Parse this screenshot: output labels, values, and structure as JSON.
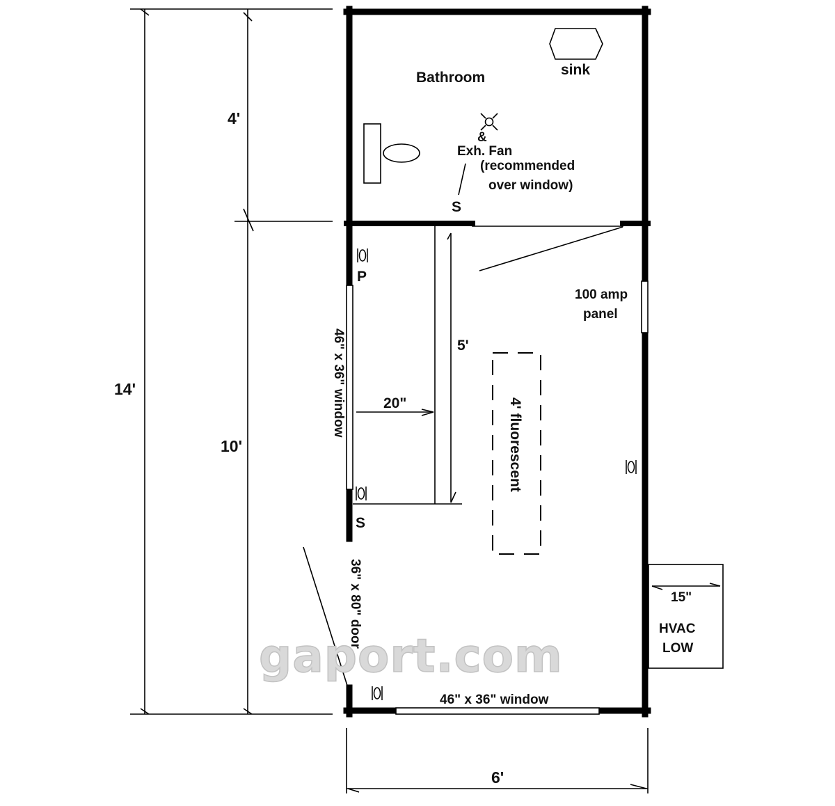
{
  "rooms": {
    "bathroom": "Bathroom",
    "sink": "sink"
  },
  "fixtures": {
    "ampersand": "&",
    "exh_fan": "Exh. Fan",
    "fan_note_1": "(recommended",
    "fan_note_2": "over window)",
    "switch_bath": "S",
    "switch_main": "S",
    "panel_marker": "P",
    "panel_line1": "100 amp",
    "panel_line2": "panel",
    "fluorescent": "4' fluorescent",
    "hvac_line1": "HVAC",
    "hvac_line2": "LOW",
    "hvac_width": "15\""
  },
  "openings": {
    "left_window": "46\" x 36\" window",
    "bottom_window": "46\" x 36\" window",
    "door": "36\" x 80\" door"
  },
  "dimensions": {
    "overall_length": "14'",
    "bathroom_length": "4'",
    "main_length": "10'",
    "overall_width": "6'",
    "shelf_length": "5'",
    "shelf_depth": "20\""
  },
  "watermark": "gaport.com"
}
